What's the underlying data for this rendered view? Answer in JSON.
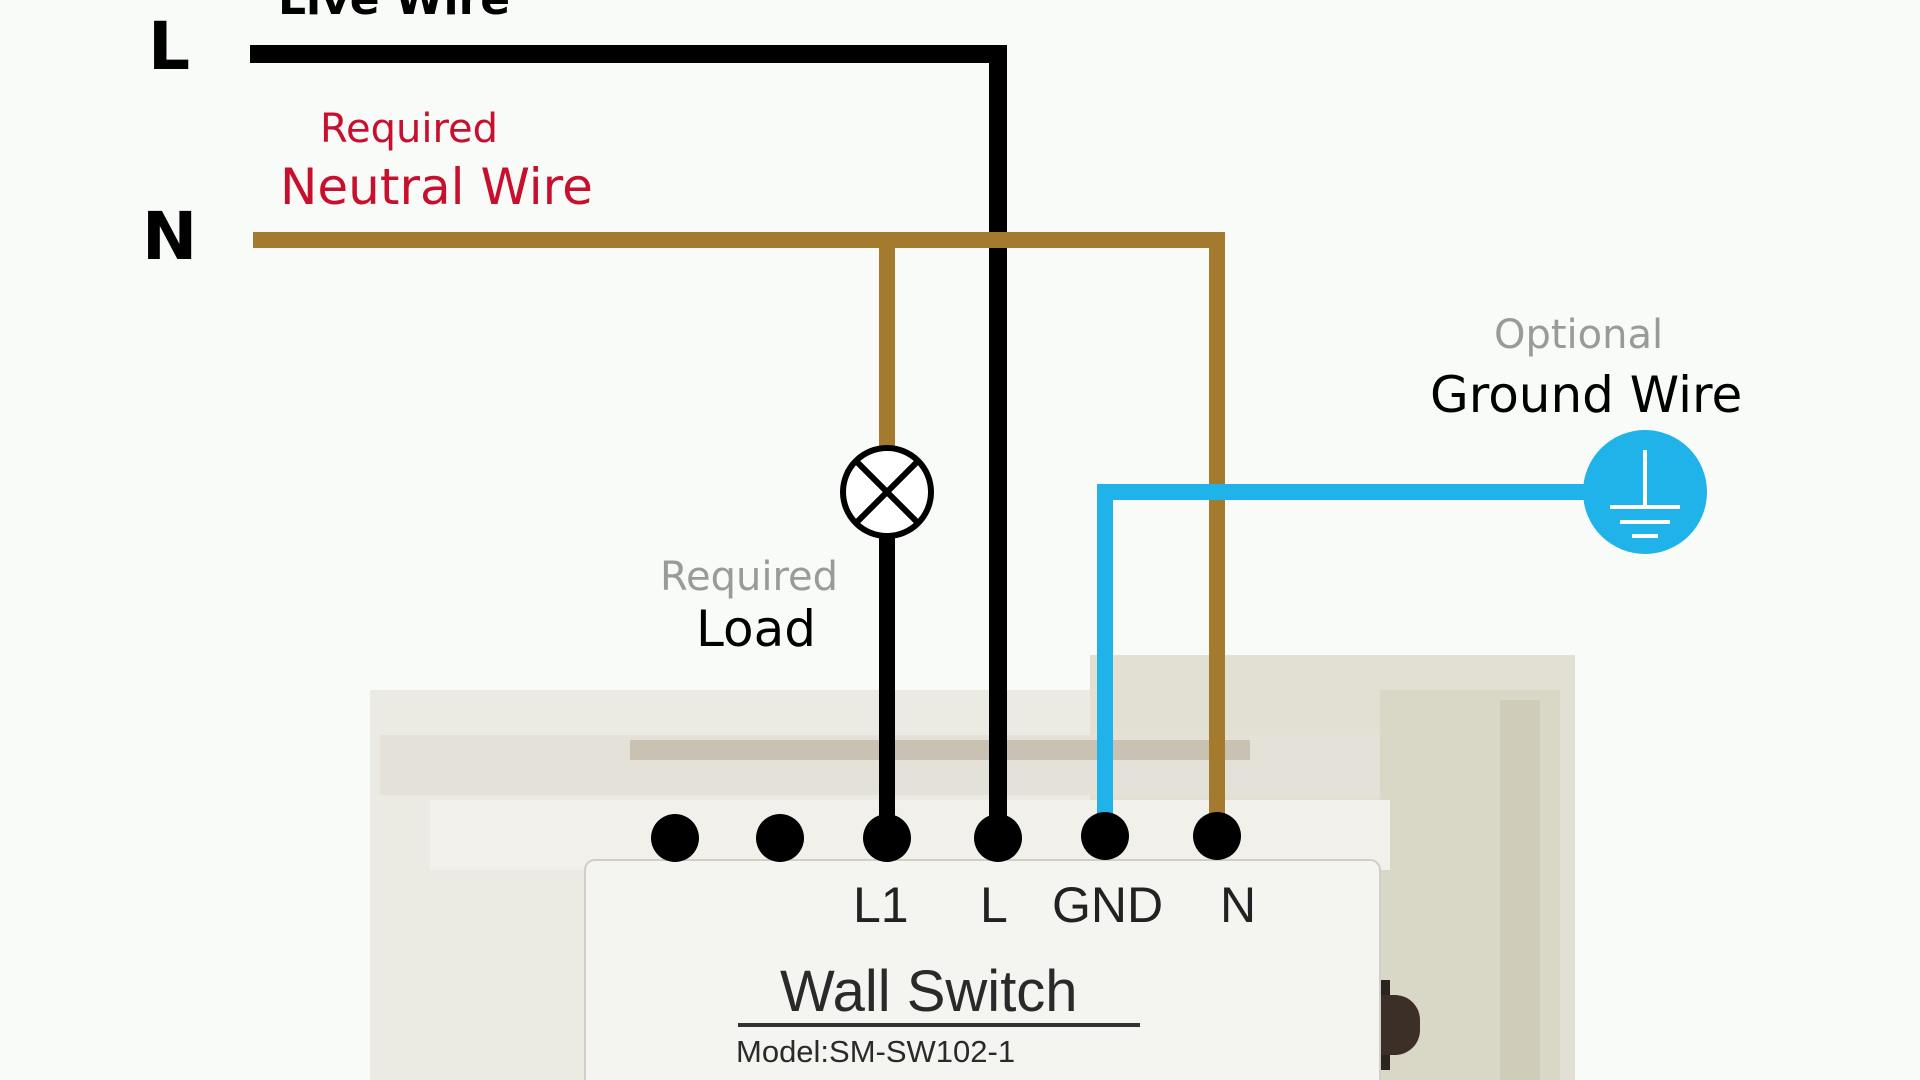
{
  "labels": {
    "live_letter": "L",
    "live_wire": "Live Wire",
    "neutral_letter": "N",
    "neutral_required": "Required",
    "neutral_wire": "Neutral Wire",
    "load_required": "Required",
    "load": "Load",
    "ground_optional": "Optional",
    "ground_wire": "Ground Wire"
  },
  "device": {
    "terminals": [
      "L1",
      "L",
      "GND",
      "N"
    ],
    "title": "Wall Switch",
    "model": "Model:SM-SW102-1"
  },
  "colors": {
    "live": "#000000",
    "neutral": "#a47a2e",
    "ground": "#1fb3ea",
    "required_red": "#c8102e",
    "muted_gray": "#9a9a9a"
  }
}
